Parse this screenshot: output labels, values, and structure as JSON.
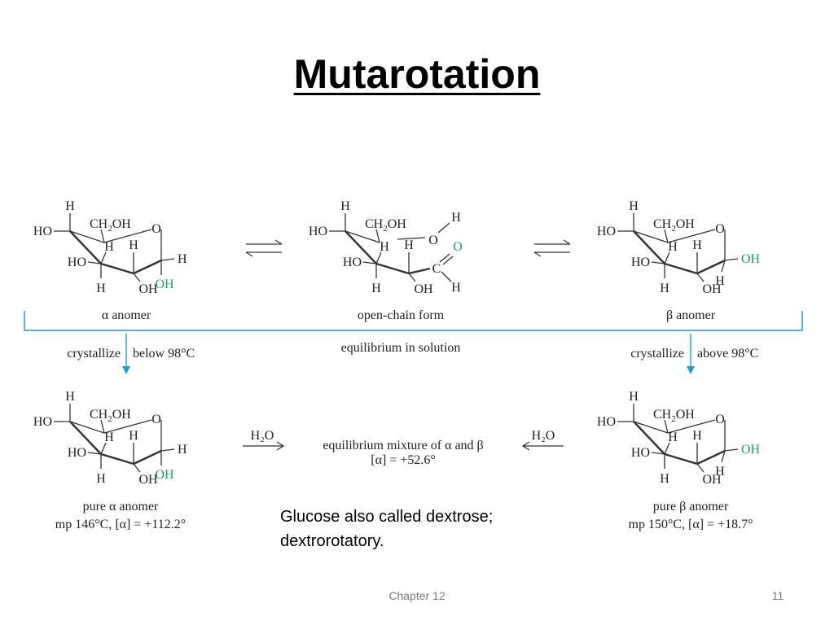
{
  "slide": {
    "title": "Mutarotation",
    "note": "Glucose also called dextrose; dextrorotatory.",
    "footer_center": "Chapter 12",
    "page_number": "11"
  },
  "atoms": {
    "H": "H",
    "HO": "HO",
    "OH": "OH",
    "O": "O",
    "C": "C",
    "CH": "CH",
    "sub2": "2",
    "OH_suffix": "OH"
  },
  "labels": {
    "alpha_anomer": "α anomer",
    "open_chain": "open-chain form",
    "beta_anomer": "β anomer",
    "equilibrium": "equilibrium in solution",
    "crystallize": "crystallize",
    "below": "below 98°C",
    "above": "above 98°C",
    "water": "H₂O",
    "mixture_line1": "equilibrium mixture of α and β",
    "mixture_line2": "[α] = +52.6°",
    "pure_alpha": "pure α anomer",
    "pure_alpha_mp": "mp 146°C, [α] = +112.2°",
    "pure_beta": "pure β anomer",
    "pure_beta_mp": "mp 150°C, [α] = +18.7°"
  },
  "colors": {
    "accent_blue": "#1a9fd6",
    "accent_green": "#18a060"
  }
}
